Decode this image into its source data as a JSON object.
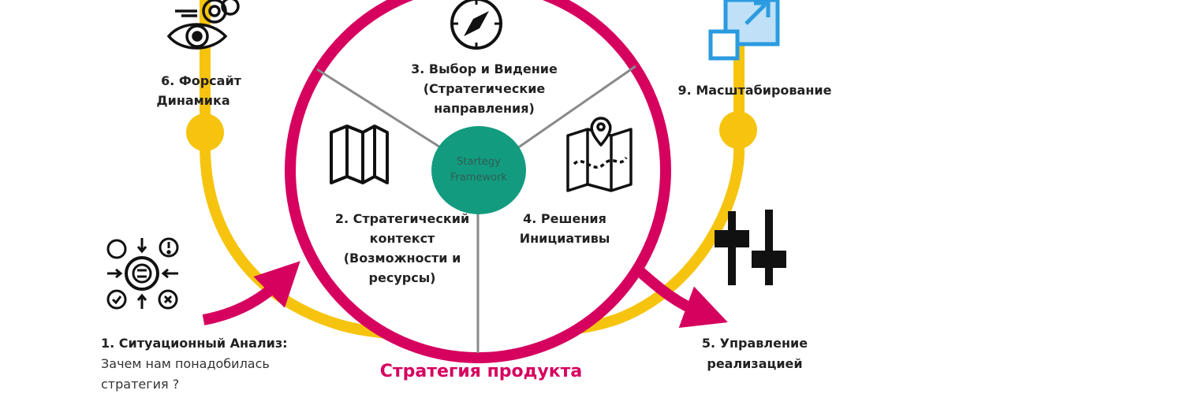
{
  "colors": {
    "magenta": "#d6005f",
    "yellow": "#f6c40f",
    "teal": "#139b80",
    "spoke": "#8a8a8a",
    "blue": "#2b9be0",
    "icon": "#111111"
  },
  "center": {
    "line1": "Startegy",
    "line2": "Framework"
  },
  "segments": [
    {
      "id": "choice",
      "lines": [
        "3. Выбор и Видение",
        "(Стратегические",
        "направления)"
      ],
      "icon": "compass-icon"
    },
    {
      "id": "context",
      "lines": [
        "2. Стратегический",
        "контекст",
        "(Возможности и",
        "ресурсы)"
      ],
      "icon": "folded-map-icon"
    },
    {
      "id": "decisions",
      "lines": [
        "4. Решения",
        "Инициативы"
      ],
      "icon": "map-pin-icon"
    }
  ],
  "outer": {
    "foresight": {
      "lines": [
        "6. Форсайт",
        "Динамика"
      ],
      "icon": "eye-gears-icon"
    },
    "scaling": {
      "lines": [
        "9. Масштабирование"
      ],
      "icon": "scale-expand-icon"
    },
    "analysis": {
      "title": "1. Ситуационный Анализ:",
      "desc": [
        "Зачем нам понадобилась",
        "стратегия ?"
      ],
      "icon": "analysis-gear-icon"
    },
    "management": {
      "lines": [
        "5. Управление",
        "реализацией"
      ],
      "icon": "sliders-icon"
    }
  },
  "title": "Стратегия продукта"
}
